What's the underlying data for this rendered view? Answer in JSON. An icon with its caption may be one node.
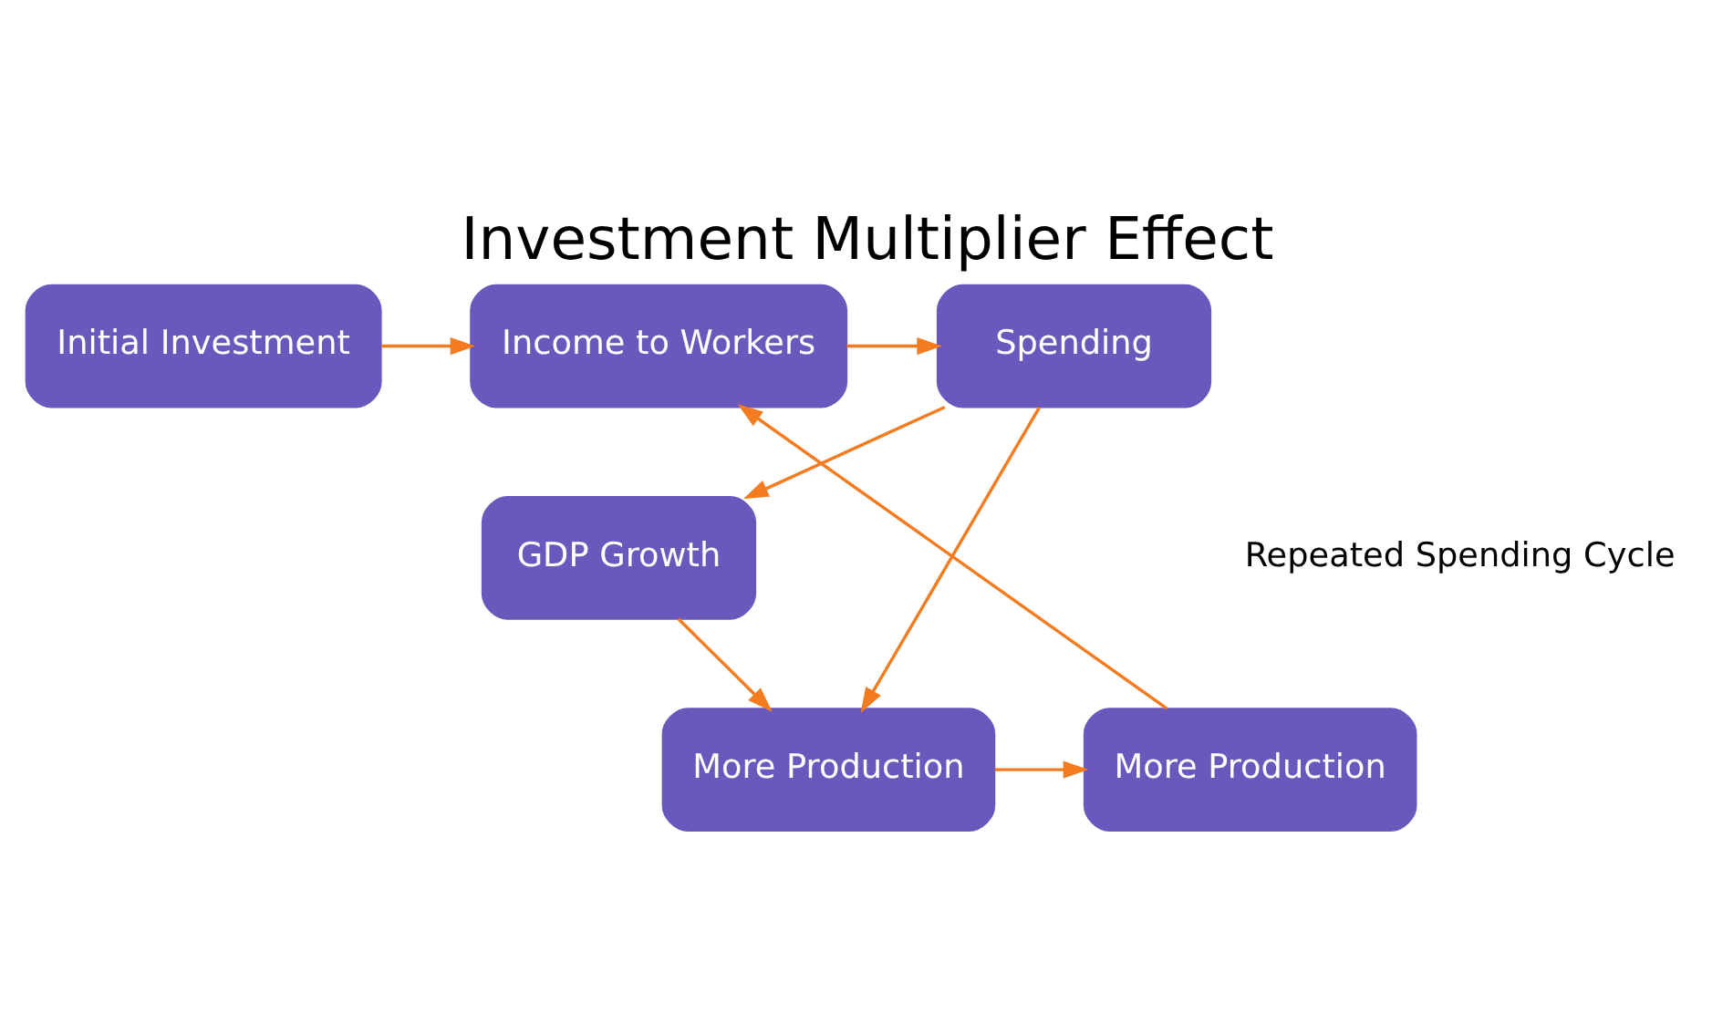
{
  "diagram": {
    "title": "Investment Multiplier Effect",
    "nodes": [
      {
        "text": [
          "Initial Investment"
        ]
      },
      {
        "text": [
          "Income to Workers"
        ]
      },
      {
        "text": [
          "Spending"
        ]
      },
      {
        "text": [
          "GDP Growth"
        ]
      },
      {
        "text": [
          "More Production"
        ]
      },
      {
        "text": [
          "More Production"
        ]
      }
    ],
    "edges": [
      {
        "from": 0,
        "to": 1,
        "arrow": "to"
      },
      {
        "from": 1,
        "to": 2,
        "arrow": "to"
      },
      {
        "from": 2,
        "to": 3,
        "arrow": "to"
      },
      {
        "from": 2,
        "to": 5,
        "arrow": "to"
      },
      {
        "from": 3,
        "to": 5,
        "arrow": "to"
      },
      {
        "from": 5,
        "to": 4,
        "arrow": "to"
      },
      {
        "from": 4,
        "to": 1,
        "arrow": "to"
      }
    ],
    "labels": [
      "Repeated Spending Cycle"
    ]
  }
}
